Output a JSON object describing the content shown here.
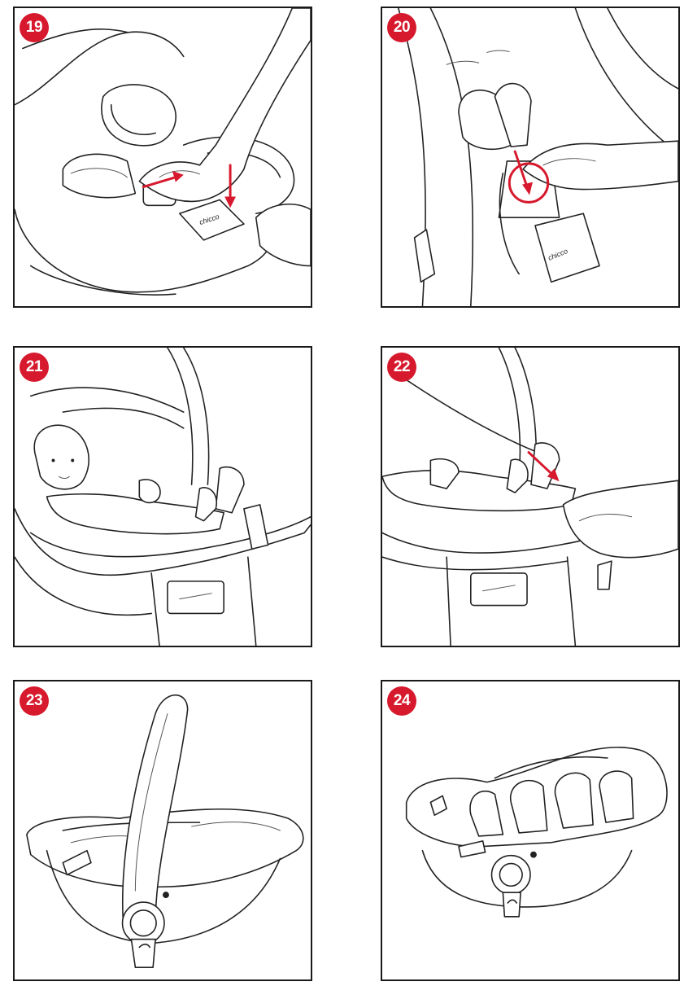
{
  "accent_color": "#d7192d",
  "panels": [
    {
      "number": "19",
      "brand_tag": "chicco"
    },
    {
      "number": "20",
      "brand_tag": "chicco"
    },
    {
      "number": "21"
    },
    {
      "number": "22"
    },
    {
      "number": "23"
    },
    {
      "number": "24"
    }
  ],
  "icons": [
    "arrow-icon",
    "highlight-circle-icon"
  ]
}
